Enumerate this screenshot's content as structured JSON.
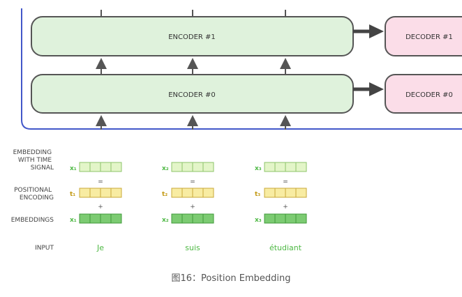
{
  "encoders": [
    {
      "label": "ENCODER #1"
    },
    {
      "label": "ENCODER #0"
    }
  ],
  "decoders": [
    {
      "label": "DECODER #1"
    },
    {
      "label": "DECODER #0"
    }
  ],
  "rows": {
    "embedding_with_time_signal": [
      "EMBEDDING",
      "WITH TIME",
      "SIGNAL"
    ],
    "positional_encoding": [
      "POSITIONAL",
      "ENCODING"
    ],
    "embeddings": "EMBEDDINGS",
    "input": "INPUT"
  },
  "tokens": [
    {
      "word": "Je",
      "x_label": "x₁",
      "t_label": "t₁"
    },
    {
      "word": "suis",
      "x_label": "x₂",
      "t_label": "t₂"
    },
    {
      "word": "étudiant",
      "x_label": "x₃",
      "t_label": "t₃"
    }
  ],
  "operators": {
    "equals": "=",
    "plus": "+"
  },
  "caption": "图16：Position Embedding",
  "colors": {
    "encoder_fill": "#dff2dc",
    "encoder_stroke": "#555555",
    "decoder_fill": "#fbdde8",
    "stack_border": "#4257c9",
    "signal_fill": "#e3f5c8",
    "signal_stroke": "#8cc46a",
    "pos_fill": "#f8eca2",
    "pos_stroke": "#c9a93a",
    "emb_fill": "#7ccb72",
    "emb_stroke": "#3f9a3a",
    "green_text": "#4db843",
    "gold_text": "#c39a16",
    "dark_text": "#444444"
  }
}
